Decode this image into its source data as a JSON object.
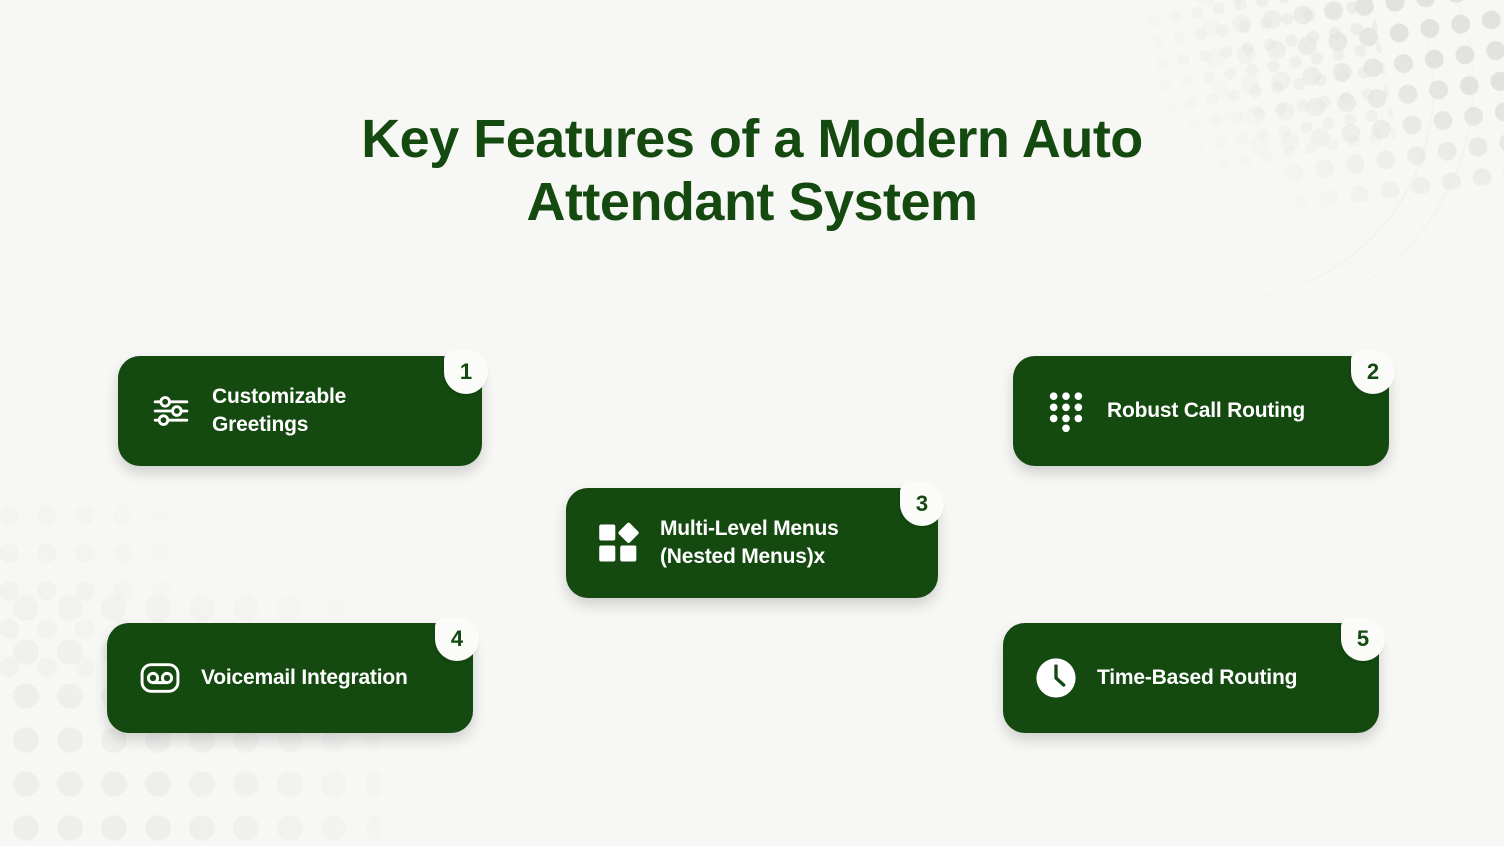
{
  "page": {
    "background_color": "#f7f7f5",
    "accent_color": "#14490f",
    "badge_background": "#fbfbfa",
    "card_text_color": "#ffffff"
  },
  "title": {
    "line1": "Key Features of a Modern Auto",
    "line2": "Attendant System",
    "full": "Key Features of a Modern Auto Attendant System"
  },
  "cards": [
    {
      "number": "1",
      "label": "Customizable\nGreetings",
      "icon": "sliders-icon"
    },
    {
      "number": "2",
      "label": "Robust Call Routing",
      "icon": "dialpad-icon"
    },
    {
      "number": "3",
      "label": "Multi-Level Menus\n(Nested Menus)x",
      "icon": "grid-diamond-icon"
    },
    {
      "number": "4",
      "label": "Voicemail Integration",
      "icon": "voicemail-icon"
    },
    {
      "number": "5",
      "label": "Time-Based Routing",
      "icon": "clock-icon"
    }
  ]
}
